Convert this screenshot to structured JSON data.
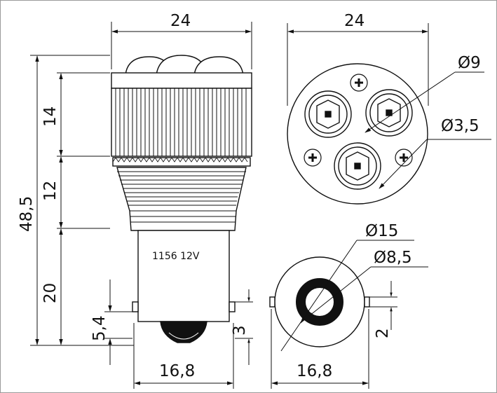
{
  "drawing": {
    "side_view": {
      "top_width": "24",
      "total_height": "48,5",
      "lens_height": "14",
      "thread_height": "12",
      "base_height": "20",
      "pin_offset": "5,4",
      "pin_width": "3",
      "base_width": "16,8",
      "label": "1156  12V"
    },
    "top_view": {
      "width": "24",
      "led_diameter": "Ø9",
      "hole_diameter": "Ø3,5"
    },
    "bottom_view": {
      "outer_diameter": "Ø15",
      "contact_diameter": "Ø8,5",
      "pin_width": "2",
      "width": "16,8"
    }
  }
}
